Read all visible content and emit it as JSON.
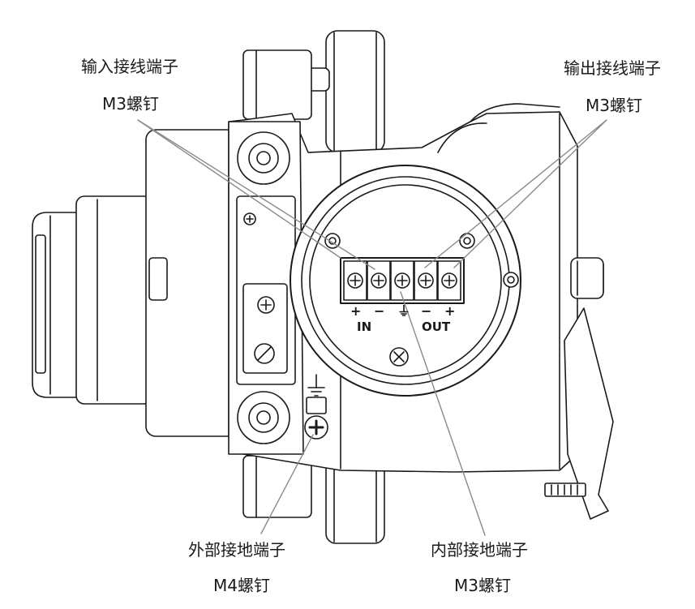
{
  "callouts": {
    "input_terminal": {
      "title": "输入接线端子",
      "screw": "M3螺钉"
    },
    "output_terminal": {
      "title": "输出接线端子",
      "screw": "M3螺钉"
    },
    "external_ground": {
      "title": "外部接地端子",
      "screw": "M4螺钉"
    },
    "internal_ground": {
      "title": "内部接地端子",
      "screw": "M3螺钉"
    }
  },
  "terminal_block": {
    "signs": [
      "+",
      "−",
      "⏚",
      "−",
      "+"
    ],
    "in_label": "IN",
    "out_label": "OUT"
  },
  "colors": {
    "line": "#1a1a1a",
    "leader": "#8a8a8a",
    "fill": "#ffffff"
  }
}
